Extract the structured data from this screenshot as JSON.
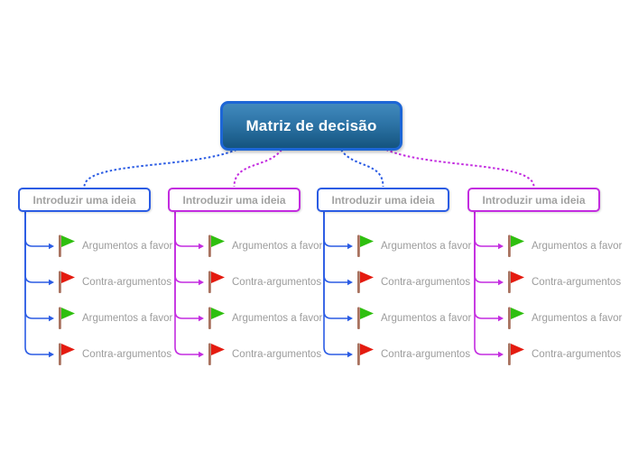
{
  "root": {
    "label": "Matriz de decisão"
  },
  "branches": [
    {
      "label": "Introduzir uma ideia",
      "color": "#2b5ce4",
      "children": [
        {
          "label": "Argumentos a favor",
          "flag": "green"
        },
        {
          "label": "Contra-argumentos",
          "flag": "red"
        },
        {
          "label": "Argumentos a favor",
          "flag": "green"
        },
        {
          "label": "Contra-argumentos",
          "flag": "red"
        }
      ]
    },
    {
      "label": "Introduzir uma ideia",
      "color": "#c32ce0",
      "children": [
        {
          "label": "Argumentos a favor",
          "flag": "green"
        },
        {
          "label": "Contra-argumentos",
          "flag": "red"
        },
        {
          "label": "Argumentos a favor",
          "flag": "green"
        },
        {
          "label": "Contra-argumentos",
          "flag": "red"
        }
      ]
    },
    {
      "label": "Introduzir uma ideia",
      "color": "#2b5ce4",
      "children": [
        {
          "label": "Argumentos a favor",
          "flag": "green"
        },
        {
          "label": "Contra-argumentos",
          "flag": "red"
        },
        {
          "label": "Argumentos a favor",
          "flag": "green"
        },
        {
          "label": "Contra-argumentos",
          "flag": "red"
        }
      ]
    },
    {
      "label": "Introduzir uma ideia",
      "color": "#c32ce0",
      "children": [
        {
          "label": "Argumentos a favor",
          "flag": "green"
        },
        {
          "label": "Contra-argumentos",
          "flag": "red"
        },
        {
          "label": "Argumentos a favor",
          "flag": "green"
        },
        {
          "label": "Contra-argumentos",
          "flag": "red"
        }
      ]
    }
  ],
  "palette": {
    "root_border": "#1d66d6",
    "root_gradient_top": "#4189bd",
    "root_gradient_bottom": "#14547f",
    "blue": "#2b5ce4",
    "magenta": "#c32ce0",
    "flag_green": "#2fbf0f",
    "flag_red": "#e41b10",
    "flag_pole": "#a8725f",
    "label_gray": "#9c9c9c"
  }
}
